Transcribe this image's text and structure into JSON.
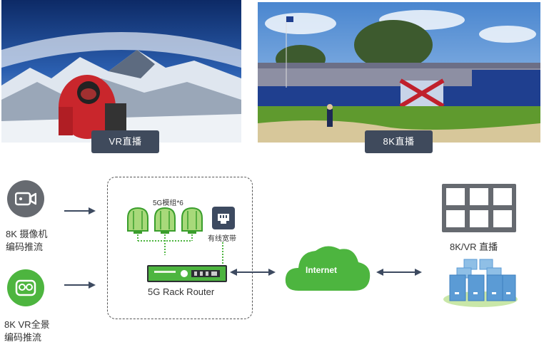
{
  "photos": {
    "left_caption": "VR直播",
    "right_caption": "8K直播"
  },
  "sources": {
    "camera_label_line1": "8K 摄像机",
    "camera_label_line2": "编码推流",
    "vr_label_line1": "8K VR全景",
    "vr_label_line2": "编码推流"
  },
  "router_box": {
    "modules_label": "5G模组*6",
    "wired_label": "有线宽带",
    "router_label": "5G Rack Router"
  },
  "cloud": {
    "label": "Internet"
  },
  "destination": {
    "label": "8K/VR 直播"
  },
  "colors": {
    "caption_bg": "#3f4a5c",
    "green": "#4db53f",
    "arrow": "#3d4a60",
    "blue_server": "#5b9bd5"
  },
  "icons": {
    "camera": "camera-icon",
    "vr": "vr-headset-icon",
    "antenna": "antenna-module-icon",
    "ethernet": "ethernet-port-icon",
    "router": "router-icon",
    "cloud": "cloud-icon",
    "grid": "video-wall-icon",
    "servers": "server-cluster-icon"
  }
}
